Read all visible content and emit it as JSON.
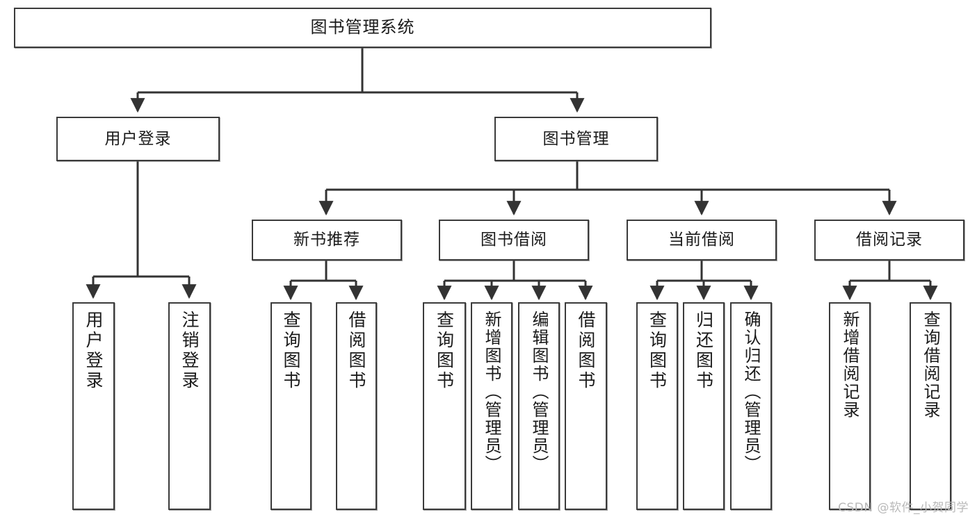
{
  "diagram": {
    "title": "图书管理系统",
    "type": "tree-hierarchy",
    "orientation": "top-down",
    "colors": {
      "node_border": "#3b3b3b",
      "node_fill": "#ffffff",
      "connector": "#333333",
      "text": "#1a1a1a",
      "watermark": "#b9b9b9"
    },
    "root": {
      "label": "图书管理系统"
    },
    "level2": [
      {
        "label": "用户登录"
      },
      {
        "label": "图书管理"
      }
    ],
    "level3": [
      {
        "label": "新书推荐"
      },
      {
        "label": "图书借阅"
      },
      {
        "label": "当前借阅"
      },
      {
        "label": "借阅记录"
      }
    ],
    "leaves": {
      "user_login": [
        {
          "label": "用户登录"
        },
        {
          "label": "注销登录"
        }
      ],
      "new_book_recommend": [
        {
          "label": "查询图书"
        },
        {
          "label": "借阅图书"
        }
      ],
      "book_borrow": [
        {
          "label": "查询图书"
        },
        {
          "label": "新增图书（管理员）"
        },
        {
          "label": "编辑图书（管理员）"
        },
        {
          "label": "借阅图书"
        }
      ],
      "current_borrow": [
        {
          "label": "查询图书"
        },
        {
          "label": "归还图书"
        },
        {
          "label": "确认归还（管理员）"
        }
      ],
      "borrow_records": [
        {
          "label": "新增借阅记录"
        },
        {
          "label": "查询借阅记录"
        }
      ]
    }
  },
  "watermark": {
    "text": "CSDN @软件_小贺同学"
  }
}
